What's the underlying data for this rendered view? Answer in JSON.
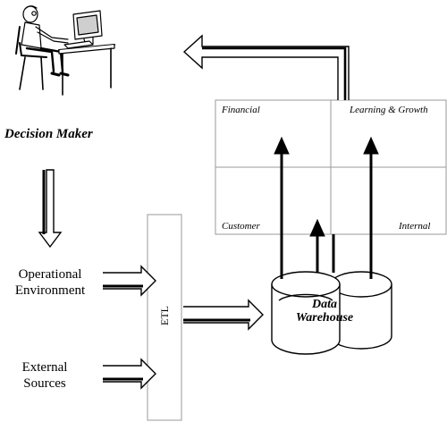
{
  "decision_maker": {
    "label": "Decision Maker",
    "icon": "person-at-computer-icon"
  },
  "sources": {
    "operational": [
      "Operational",
      "Environment"
    ],
    "external": [
      "External",
      "Sources"
    ]
  },
  "etl": {
    "label": "ETL"
  },
  "warehouse": {
    "line1": "Data",
    "line2": "Warehouse"
  },
  "scorecard": {
    "quadrants": {
      "financial": "Financial",
      "learning_growth": "Learning & Growth",
      "customer": "Customer",
      "internal": "Internal"
    }
  }
}
